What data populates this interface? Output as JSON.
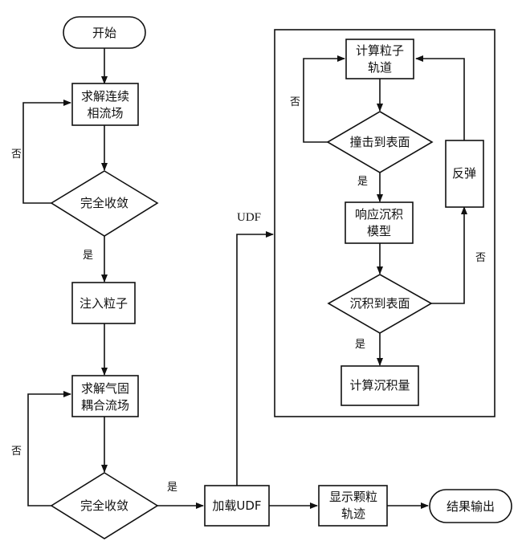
{
  "nodes": {
    "start": "开始",
    "solve_continuous": [
      "求解连续",
      "相流场"
    ],
    "converge_1": "完全收敛",
    "inject_particles": "注入粒子",
    "solve_coupled": [
      "求解气固",
      "耦合流场"
    ],
    "converge_2": "完全收敛",
    "load_udf": "加载UDF",
    "show_trajectory": [
      "显示颗粒",
      "轨迹"
    ],
    "result_output": "结果输出",
    "compute_trajectory": [
      "计算粒子",
      "轨道"
    ],
    "hit_surface": "撞击到表面",
    "deposition_model": [
      "响应沉积",
      "模型"
    ],
    "deposit_surface": "沉积到表面",
    "compute_deposition": "计算沉积量",
    "rebound": "反弹"
  },
  "labels": {
    "yes": "是",
    "no": "否",
    "udf": "UDF"
  }
}
